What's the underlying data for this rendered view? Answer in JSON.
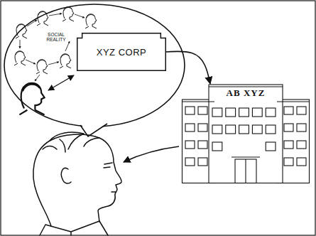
{
  "diagram": {
    "nodes": [
      {
        "text": [
          "XYZ CORP"
        ]
      },
      {
        "text": [
          "AB XYZ"
        ]
      }
    ],
    "edges": [
      {
        "from": 0,
        "to": 1,
        "arrow": "to"
      }
    ],
    "labels": [
      "SOCIAL REALITY"
    ]
  }
}
